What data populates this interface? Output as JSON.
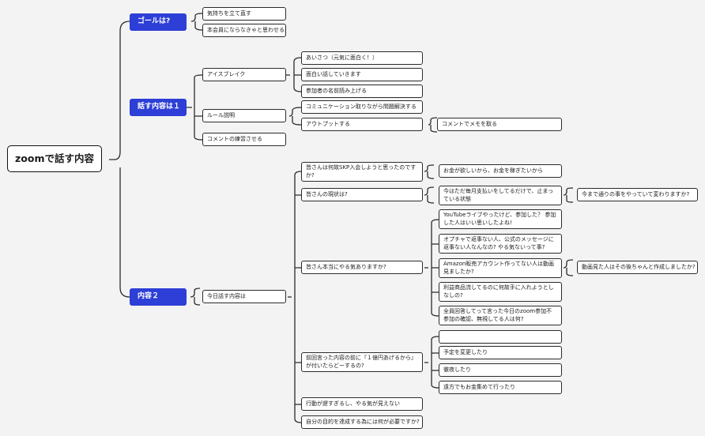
{
  "root": "zoomで話す内容",
  "goal": {
    "title": "ゴールは?",
    "items": [
      "気持ちを立て直す",
      "本会員にならなきゃと思わせる"
    ]
  },
  "talk": {
    "title": "話す内容は１",
    "icebreak": {
      "label": "アイスブレイク",
      "items": [
        "あいさつ（元気に面白く！）",
        "面白い話していきます",
        "参加者の名前読み上げる"
      ]
    },
    "rules": {
      "label": "ルール説明",
      "communication": "コミュニケーション取りながら問題解決する",
      "output": "アウトプットする",
      "output_note": "コメントでメモを取る"
    },
    "comment_practice": "コメントの練習させる"
  },
  "content2": {
    "title": "内容２",
    "today": "今日話す内容は",
    "q1": {
      "label": "皆さんは何故SKP入会しようと思ったのですか?",
      "answer": "お金が欲しいから、お金を稼ぎたいから"
    },
    "q2": {
      "label": "皆さんの現状は?",
      "answer": "今はただ毎月支払いをしてるだけで、止まっている状態",
      "answer_note": "今まで通りの事をやっていて変わりますか?"
    },
    "q3": {
      "label": "皆さん本当にやる気ありますか?",
      "items": [
        "YouTubeライブやったけど、参加した？ 参加した人はいい思いしたよね!",
        "オプチャで返事ない人、公式のメッセージに返事ない人なんなの? やる気ないって事?",
        "Amazon販売アカウント作ってない人は動画見ましたか?",
        "利益商品流してるのに何故手に入れようとしなしの?",
        "全員回答してって言った今日のzoom参加不参加の確認、無視してる人は何?"
      ],
      "amazon_note": "動画見た人はその後ちゃんと作成しましたか?"
    },
    "q4": {
      "label": "前回言った内容の前に『１億円あげるから』が付いたらどーするの?",
      "items": [
        "",
        "予定を変更したり",
        "徹夜したり",
        "遠方でもお金集めて行ったり"
      ]
    },
    "action_slow": "行動が遅すぎるし、やる気が見えない",
    "goal_question": "自分の目的を達成する為には何が必要ですか?"
  },
  "colors": {
    "category_fill": "#2d3fd6",
    "line": "#2b2b2b",
    "background": "#f3f3f3"
  }
}
